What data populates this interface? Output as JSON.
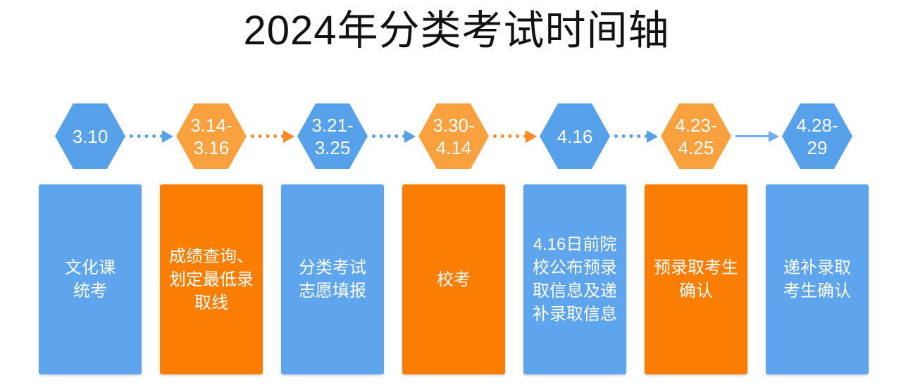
{
  "title": "2024年分类考试时间轴",
  "colors": {
    "hexagon_blue": "#57A0EA",
    "hexagon_orange": "#F9A13E",
    "card_blue": "#5EA5ED",
    "card_orange": "#FA7D04",
    "arrow_dotted_blue": "#57A0EA",
    "arrow_dotted_orange": "#FA8A28",
    "arrow_solid_blue": "#72AEEF",
    "title_text": "#111111",
    "step_text": "#FFFFFF",
    "background": "#FFFFFF"
  },
  "steps": [
    {
      "date": "3.10",
      "label": "文化课\n统考",
      "color": "blue",
      "arrow_to_next": "dotted-blue"
    },
    {
      "date": "3.14-\n3.16",
      "label": "成绩查询、\n划定最低录\n取线",
      "color": "orange",
      "arrow_to_next": "dotted-orange"
    },
    {
      "date": "3.21-\n3.25",
      "label": "分类考试\n志愿填报",
      "color": "blue",
      "arrow_to_next": "dotted-blue"
    },
    {
      "date": "3.30-\n4.14",
      "label": "校考",
      "color": "orange",
      "arrow_to_next": "dotted-orange"
    },
    {
      "date": "4.16",
      "label": "4.16日前院\n校公布预录\n取信息及递\n补录取信息",
      "color": "blue",
      "arrow_to_next": "dotted-blue"
    },
    {
      "date": "4.23-\n4.25",
      "label": "预录取考生\n确认",
      "color": "orange",
      "arrow_to_next": "solid-blue"
    },
    {
      "date": "4.28-\n29",
      "label": "递补录取\n考生确认",
      "color": "blue",
      "arrow_to_next": null
    }
  ]
}
